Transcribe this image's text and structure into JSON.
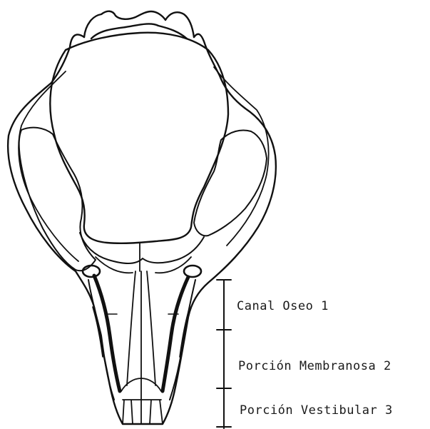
{
  "labels": {
    "canal_oseo": "Canal Oseo 1",
    "porcion_membranosa": "Porción Membranosa 2",
    "porcion_vestibular": "Porción Vestibular 3"
  },
  "colors": {
    "ink": "#111111",
    "background": "#ffffff"
  }
}
